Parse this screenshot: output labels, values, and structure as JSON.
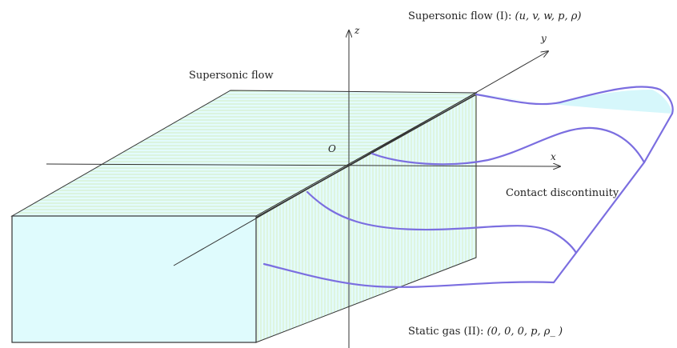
{
  "labels": {
    "supersonic_flow_left": "Supersonic flow",
    "supersonic_flow_I_prefix": "Supersonic flow (I): ",
    "supersonic_flow_I_vars": "(u, v, w, p, ρ)",
    "contact_discontinuity": "Contact discontinuity",
    "static_gas_prefix": "Static gas (II): ",
    "static_gas_vars": "(0, 0, 0, p, ρ_ )"
  },
  "axes": {
    "x": "x",
    "y": "y",
    "z": "z",
    "origin": "O"
  },
  "colors": {
    "box_fill": "#dffbfd",
    "box_hatch": "#cfe8b4",
    "box_stroke": "#333333",
    "curve": "#7b6ee0",
    "sheet_fill": "#d6f7fb",
    "axis": "#333333"
  }
}
